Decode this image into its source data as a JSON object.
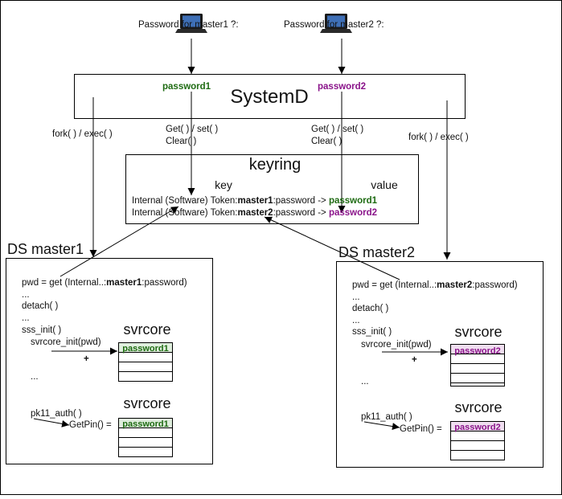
{
  "colors": {
    "master1": "#1e6b12",
    "master2": "#8a138a",
    "cell_fill_master1": "#dfeedd",
    "cell_fill_master2": "#f0def0",
    "line": "#000000"
  },
  "prompts": {
    "master1": "Password for master1 ?:",
    "master2": "Password for master2 ?:"
  },
  "systemd": {
    "title": "SystemD",
    "password1": "password1",
    "password2": "password2",
    "fork_exec_left": "fork( ) / exec( )",
    "fork_exec_right": "fork( ) / exec( )",
    "getset_left_1": "Get( ) / set( )",
    "getset_left_2": "Clear( )",
    "getset_right_1": "Get( ) / set( )",
    "getset_right_2": "Clear( )"
  },
  "keyring": {
    "title": "keyring",
    "col_key": "key",
    "col_value": "value",
    "row1_prefix": "Internal (Software) Token:",
    "row1_master": "master1",
    "row1_suffix": ":password -> ",
    "row1_value": "password1",
    "row2_prefix": "Internal (Software) Token:",
    "row2_master": "master2",
    "row2_suffix": ":password -> ",
    "row2_value": "password2"
  },
  "ds_master1": {
    "title": "DS master1",
    "pwd_prefix": "pwd = get (Internal..:",
    "pwd_master": "master1",
    "pwd_suffix": ":password)",
    "ellipsis1": "...",
    "detach": "detach( )",
    "ellipsis2": "...",
    "sss_init": "sss_init( )",
    "svrcore_init": "svrcore_init(pwd)",
    "plus": "+",
    "ellipsis3": "...",
    "pk11_auth": "pk11_auth( )",
    "getpin": "GetPin() =",
    "svrcore_title_top": "svrcore",
    "svrcore_title_bottom": "svrcore",
    "cell_top": "password1",
    "cell_bottom": "password1"
  },
  "ds_master2": {
    "title": "DS master2",
    "pwd_prefix": "pwd = get (Internal..:",
    "pwd_master": "master2",
    "pwd_suffix": ":password)",
    "ellipsis1": "...",
    "detach": "detach( )",
    "ellipsis2": "...",
    "sss_init": "sss_init( )",
    "svrcore_init": "svrcore_init(pwd)",
    "plus": "+",
    "ellipsis3": "...",
    "pk11_auth": "pk11_auth( )",
    "getpin": "GetPin() =",
    "svrcore_title_top": "svrcore",
    "svrcore_title_bottom": "svrcore",
    "cell_top": "password2",
    "cell_bottom": "password2"
  },
  "icons": {
    "laptop_left": "laptop-icon",
    "laptop_right": "laptop-icon"
  }
}
